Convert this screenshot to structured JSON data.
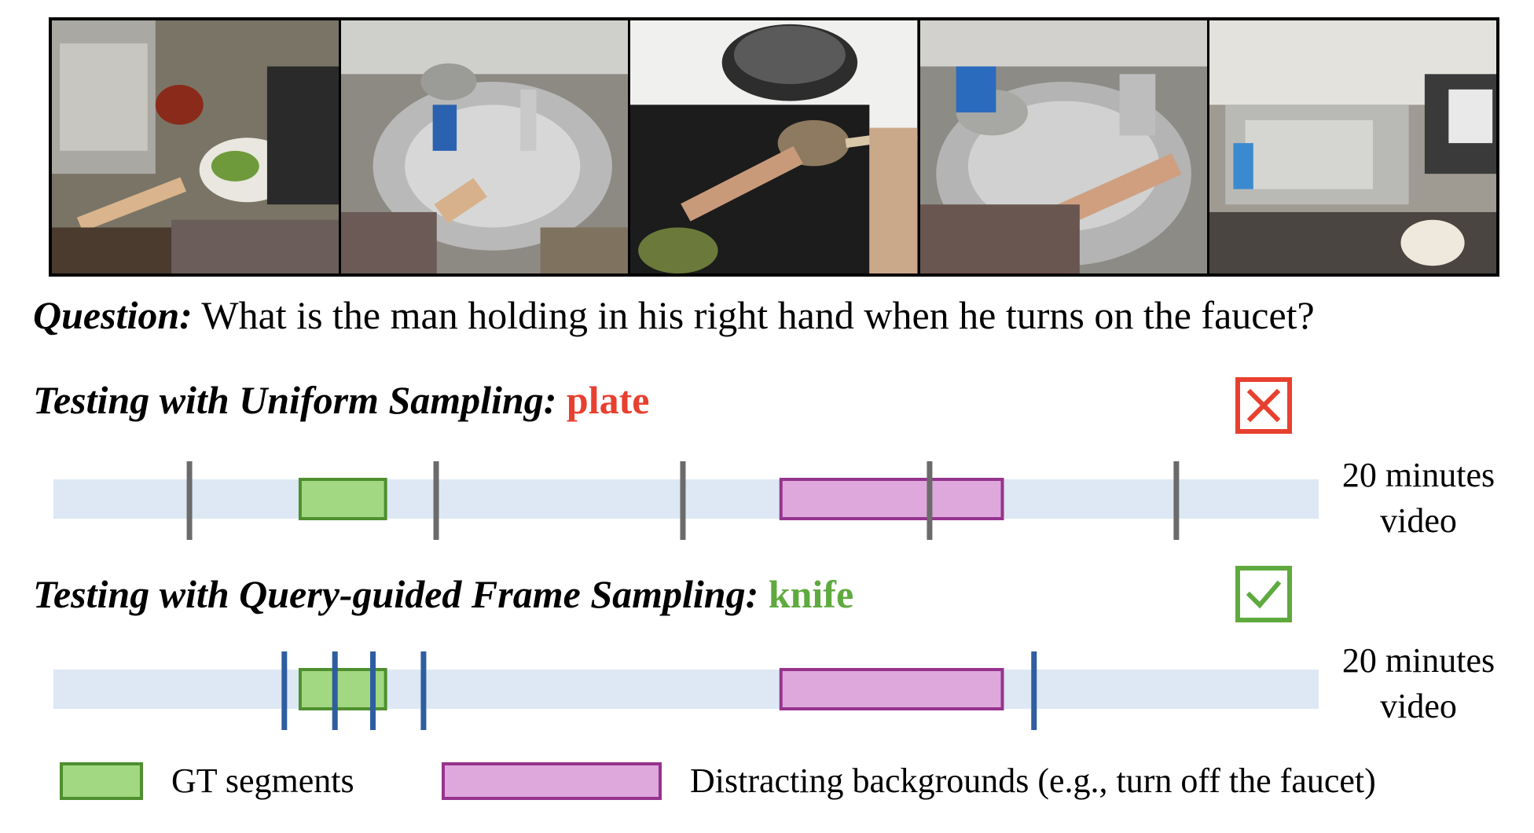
{
  "frames": [
    {
      "name": "frame-1"
    },
    {
      "name": "frame-2"
    },
    {
      "name": "frame-3"
    },
    {
      "name": "frame-4"
    },
    {
      "name": "frame-5"
    }
  ],
  "question": {
    "label": "Question:",
    "text": " What is the man holding in his right hand when he turns on the faucet?"
  },
  "uniform": {
    "heading": "Testing with Uniform Sampling: ",
    "answer": "plate",
    "result": "wrong",
    "duration_line1": "20 minutes",
    "duration_line2": "video"
  },
  "query_guided": {
    "heading": "Testing with Query-guided Frame Sampling: ",
    "answer": "knife",
    "result": "correct",
    "duration_line1": "20 minutes",
    "duration_line2": "video"
  },
  "legend": {
    "gt_label": "GT segments",
    "distract_label": "Distracting backgrounds (e.g., turn off the faucet)"
  },
  "colors": {
    "track": "#dde8f4",
    "gt_fill": "#a2d881",
    "gt_stroke": "#4e8f2f",
    "distract_fill": "#dea8dc",
    "distract_stroke": "#96338e",
    "uniform_tick": "#6b6b6b",
    "guided_tick": "#2e5ea0",
    "wrong": "#e8402f",
    "correct": "#5faa3e"
  },
  "timeline": {
    "duration_min": 20,
    "gt_segment": [
      3.9,
      5.25
    ],
    "distract_segment": [
      11.5,
      15.0
    ],
    "uniform_samples": [
      2.15,
      6.05,
      9.95,
      13.85,
      17.75
    ],
    "guided_samples": [
      3.65,
      4.45,
      5.05,
      5.85,
      15.5
    ]
  }
}
